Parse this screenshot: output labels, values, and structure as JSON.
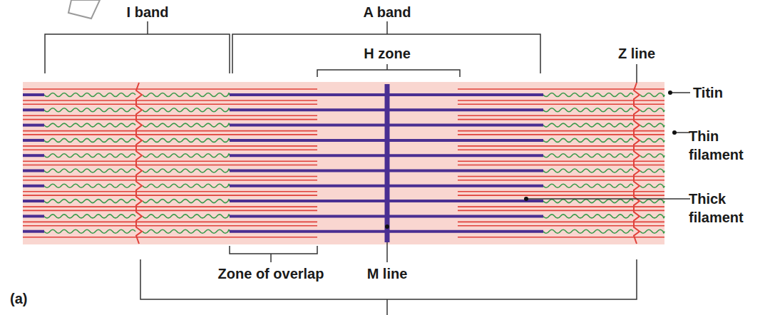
{
  "diagram": {
    "labels": [
      "I band",
      "A band",
      "H zone",
      "Z line",
      "Titin",
      "Thin filament",
      "Thick filament",
      "Zone of overlap",
      "M line",
      "(a)"
    ]
  }
}
